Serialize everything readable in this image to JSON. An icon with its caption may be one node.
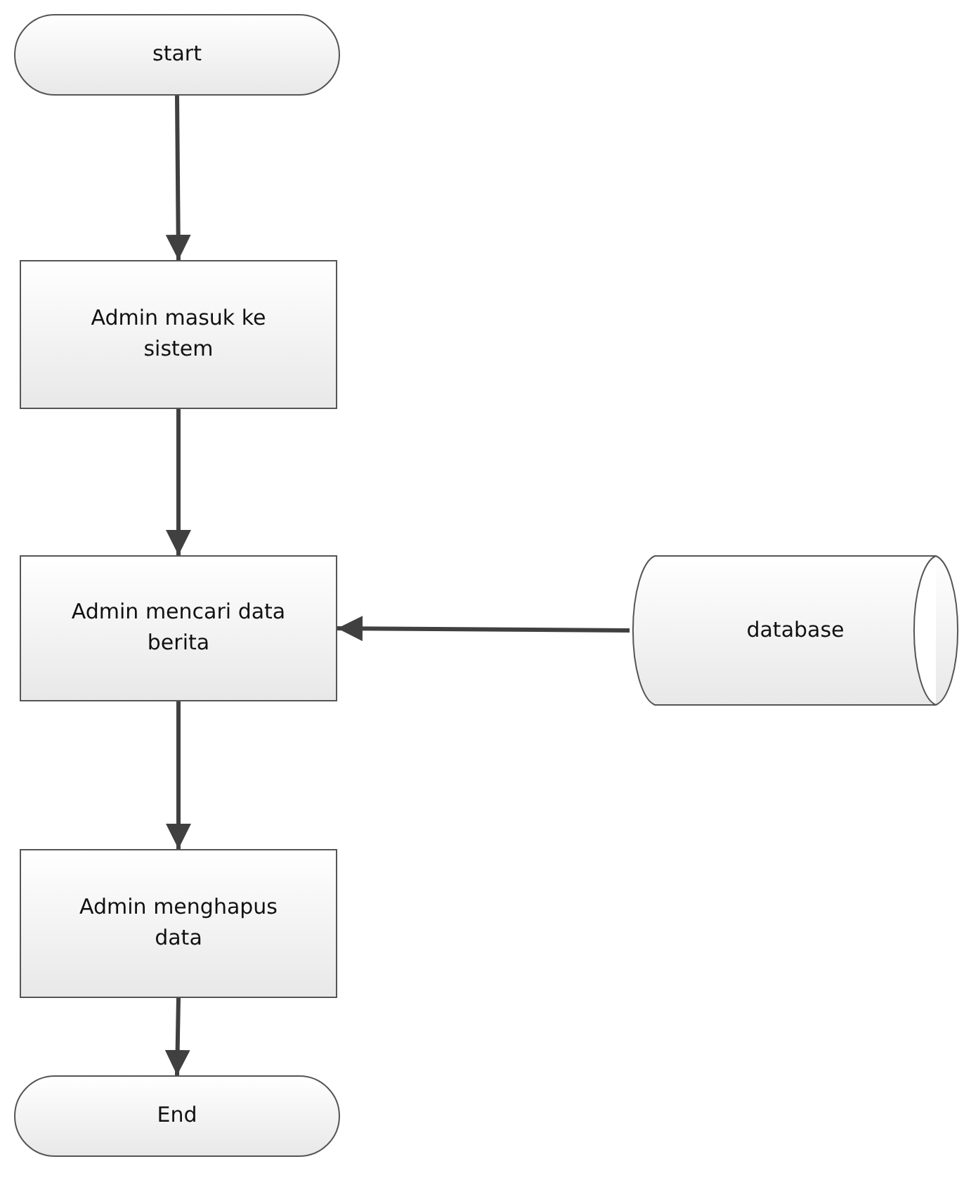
{
  "diagram": {
    "nodes": [
      {
        "text": [
          "start"
        ]
      },
      {
        "text": [
          "Admin masuk ke sistem"
        ]
      },
      {
        "text": [
          "Admin mencari data berita"
        ]
      },
      {
        "text": [
          "database"
        ]
      },
      {
        "text": [
          "Admin menghapus data"
        ]
      },
      {
        "text": [
          "End"
        ]
      }
    ],
    "edges": [
      {
        "from": 0,
        "to": 1,
        "arrow": "to"
      },
      {
        "from": 1,
        "to": 2,
        "arrow": "to"
      },
      {
        "from": 3,
        "to": 2,
        "arrow": "to"
      },
      {
        "from": 2,
        "to": 4,
        "arrow": "to"
      },
      {
        "from": 4,
        "to": 5,
        "arrow": "to"
      }
    ]
  }
}
